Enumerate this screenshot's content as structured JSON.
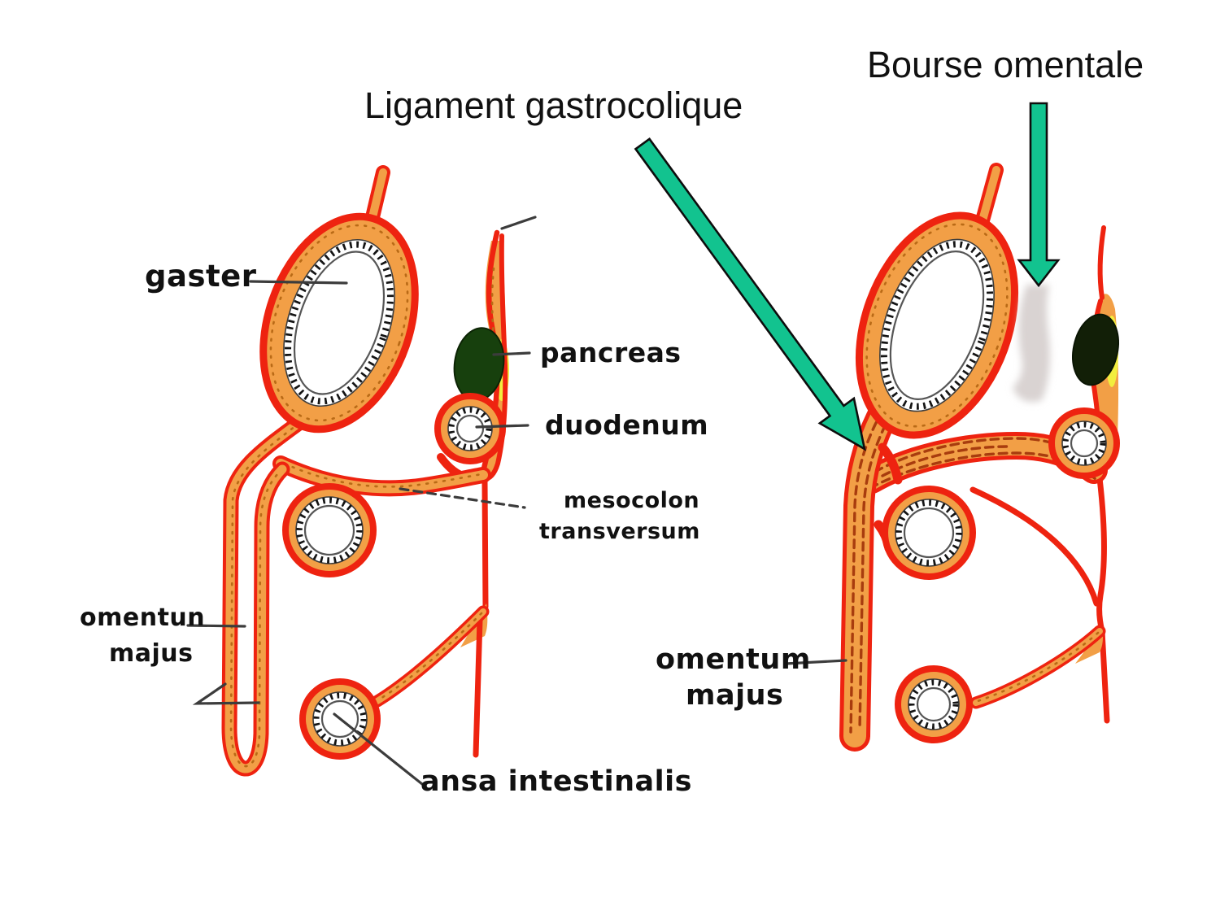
{
  "annotations": {
    "ligament_gastrocolique": "Ligament gastrocolique",
    "bourse_omentale": "Bourse omentale"
  },
  "left_figure": {
    "labels": {
      "gaster": "gaster",
      "pancreas": "pancreas",
      "duodenum": "duodenum",
      "mesocolon_line1": "mesocolon",
      "mesocolon_line2": "transversum",
      "omentum_line1": "omentun",
      "omentum_line2": "majus",
      "ansa_intestinalis": "ansa intestinalis"
    }
  },
  "right_figure": {
    "labels": {
      "omentum_line1": "omentum",
      "omentum_line2": "majus"
    }
  },
  "icons": {
    "arrow_ligament": "green-arrow-down-right",
    "arrow_bourse": "green-arrow-down"
  },
  "colors": {
    "red": "#ee2310",
    "orange": "#f29f46",
    "stipple": "#b96a16",
    "fusedash": "#a83c0e",
    "green": "#12c38f",
    "pointer": "#3c3c3c",
    "ghost": "#d9d3d2",
    "pancreas_left": "#17400d",
    "pancreas_right": "#121f07",
    "yellow": "#f2ee3e",
    "ring_dot": "#141414",
    "text": "#111111"
  }
}
